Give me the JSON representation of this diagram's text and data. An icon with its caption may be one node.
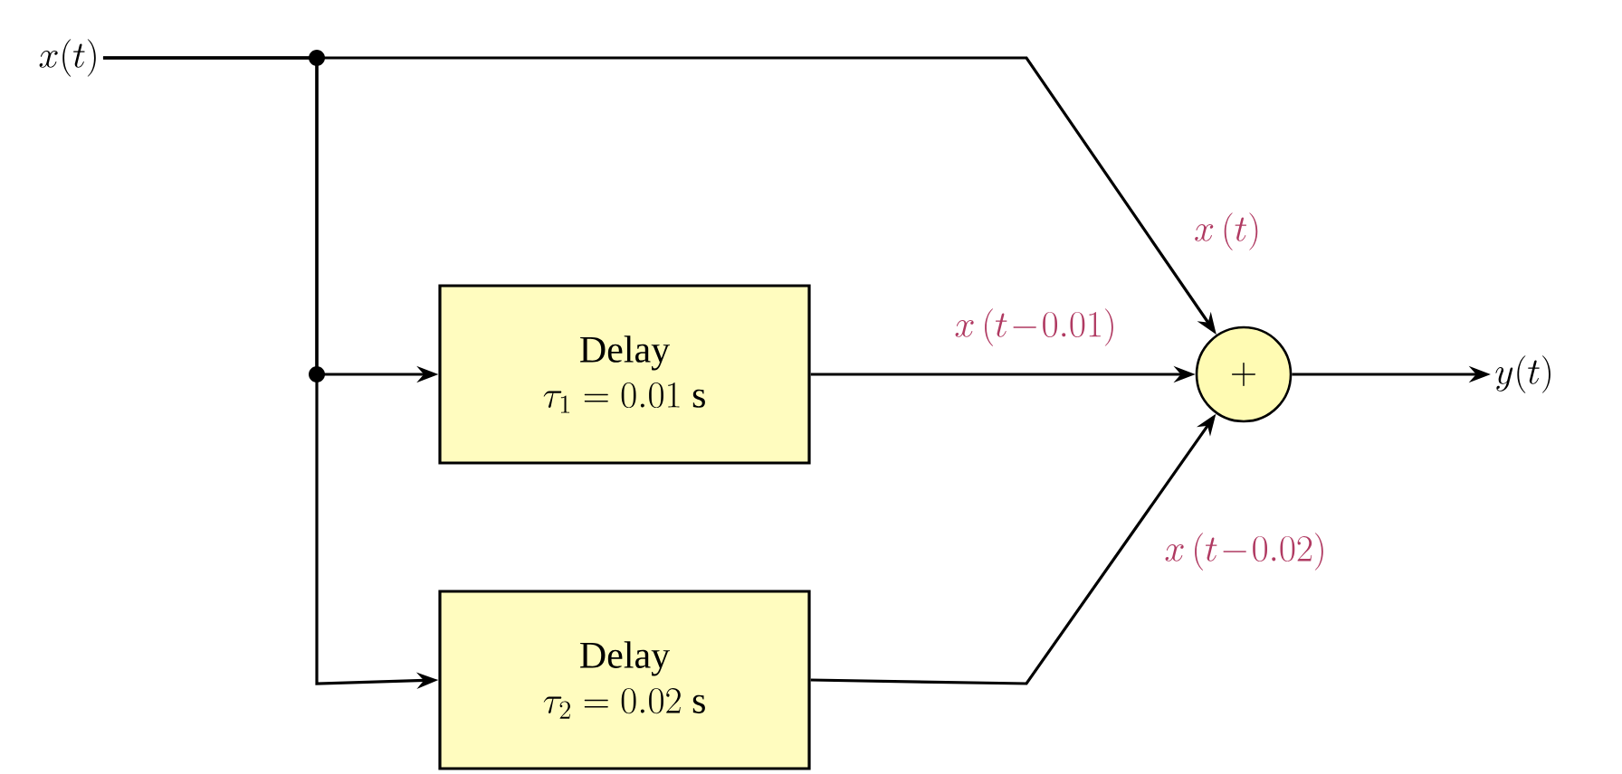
{
  "diagram": {
    "nodes": [
      {
        "text": [
          "x(t)"
        ]
      },
      {
        "text": [
          "Delay",
          "\\tau_1 = 0.01\\ \\mathrm{s}"
        ]
      },
      {
        "text": [
          "Delay",
          "\\tau_2 = 0.02\\ \\mathrm{s}"
        ]
      },
      {
        "text": [
          "+"
        ]
      },
      {
        "text": [
          "y(t)"
        ]
      }
    ],
    "edges": [
      {
        "from": 0,
        "to": 3,
        "arrow": "to",
        "label": "x\\,(t)"
      },
      {
        "from": 0,
        "to": 1,
        "arrow": "to"
      },
      {
        "from": 0,
        "to": 2,
        "arrow": "to"
      },
      {
        "from": 1,
        "to": 3,
        "arrow": "to",
        "label": "x\\,(t\\!-\\!0.01)"
      },
      {
        "from": 2,
        "to": 3,
        "arrow": "to",
        "label": "x\\,(t\\!-\\!0.02)"
      },
      {
        "from": 3,
        "to": 4,
        "arrow": "to"
      }
    ]
  }
}
